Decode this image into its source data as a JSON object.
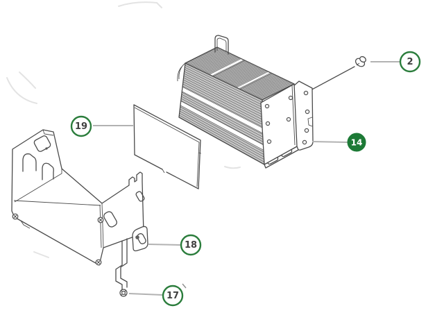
{
  "diagram": {
    "type": "exploded-parts-diagram",
    "background": "#ffffff",
    "colors": {
      "line": "#4a4a4a",
      "fin_line": "#4f4f4f",
      "body_fill": "#c9c9c9",
      "leader": "#b2b2b2",
      "callout_ring_green": "#2b7d3c",
      "callout_filled_green": "#1d7a36",
      "callout_text": "#404040",
      "callout_text_on_filled": "#ffffff"
    },
    "callouts": [
      {
        "label": "2",
        "style": "outline",
        "icon": "flange-bolt-icon"
      },
      {
        "label": "14",
        "style": "filled",
        "icon": "heatsink-module-icon"
      },
      {
        "label": "19",
        "style": "outline",
        "icon": "cover-panel-icon"
      },
      {
        "label": "18",
        "style": "outline",
        "icon": "hook-bracket-icon"
      },
      {
        "label": "17",
        "style": "outline",
        "icon": "pan-head-screw-icon"
      }
    ]
  }
}
